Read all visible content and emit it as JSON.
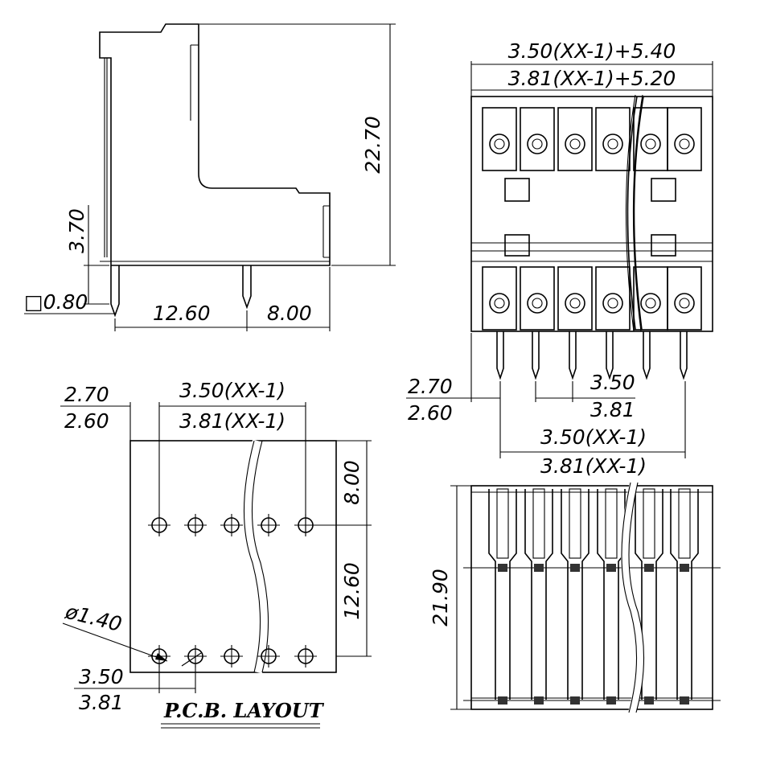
{
  "side_view": {
    "height": "22.70",
    "pin_standoff": "3.70",
    "pin_square": "□0.80",
    "row_pitch": "12.60",
    "rear_offset": "8.00"
  },
  "front_view": {
    "overall_350": "3.50(XX-1)+5.40",
    "overall_381": "3.81(XX-1)+5.20",
    "edge_270": "2.70",
    "edge_260": "2.60",
    "pitch_350": "3.50",
    "pitch_381": "3.81",
    "span_350": "3.50(XX-1)",
    "span_381": "3.81(XX-1)"
  },
  "pcb_layout": {
    "edge_270": "2.70",
    "edge_260": "2.60",
    "span_350": "3.50(XX-1)",
    "span_381": "3.81(XX-1)",
    "top_offset": "8.00",
    "row_pitch": "12.60",
    "hole_dia": "ø1.40",
    "pitch_350": "3.50",
    "pitch_381": "3.81",
    "title": "P.C.B.  LAYOUT"
  },
  "bottom_view": {
    "depth": "21.90"
  }
}
